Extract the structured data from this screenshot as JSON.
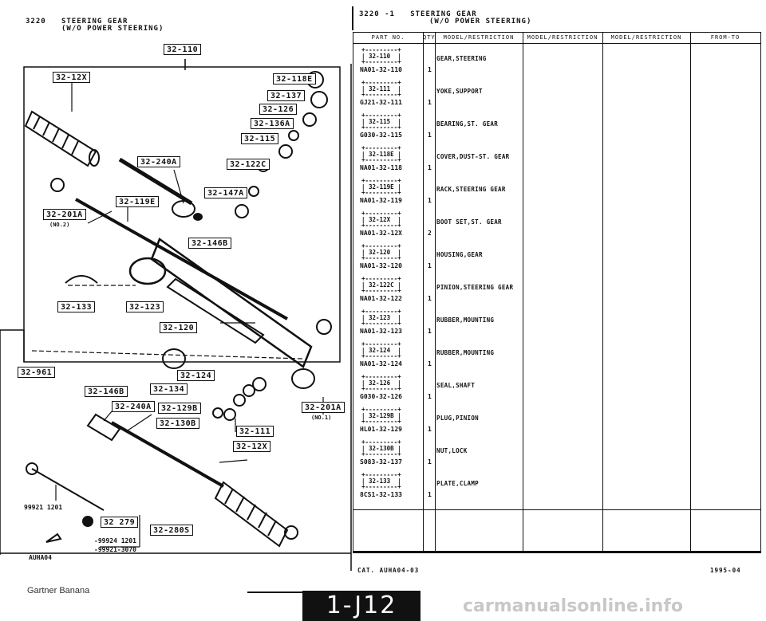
{
  "header": {
    "left_code": "3220",
    "left_title1": "STEERING GEAR",
    "left_title2": "(W/O POWER STEERING)",
    "right_code": "3220  -1",
    "right_title1": "STEERING GEAR",
    "right_title2": "(W/O POWER STEERING)"
  },
  "diagram": {
    "callouts": {
      "c110": "32-110",
      "c12x_left": "32-12X",
      "c118e": "32-118E",
      "c137": "32-137",
      "c126": "32-126",
      "c136a": "32-136A",
      "c115": "32-115",
      "c240a": "32-240A",
      "c122c": "32-122C",
      "c119e": "32-119E",
      "c147a": "32-147A",
      "c201a_left": "32-201A",
      "c146b_top": "32-146B",
      "c133": "32-133",
      "c123": "32-123",
      "c120": "32-120",
      "c961": "32-961",
      "c124": "32-124",
      "c134": "32-134",
      "c146b": "32-146B",
      "c240a_low": "32-240A",
      "c129b": "32-129B",
      "c130b": "32-130B",
      "c111": "32-111",
      "c201a_right": "32-201A",
      "c12x_right": "32-12X",
      "c279": "32 279",
      "c280s": "32-280S"
    },
    "notes": {
      "no2": "(NO.2)",
      "no1": "(NO.1)",
      "n99921": "99921  1201",
      "n99924": "-99924  1201",
      "n99921b": "-99921-3070"
    }
  },
  "table": {
    "headers": [
      "PART NO.",
      "QTY",
      "MODEL/RESTRICTION",
      "MODEL/RESTRICTION",
      "MODEL/RESTRICTION",
      "FROM-TO"
    ],
    "rows": [
      {
        "box": "+---------+\n| 32-110  |\n+---------+",
        "part_no": "NA01-32-110",
        "qty": "1",
        "desc": "GEAR,STEERING"
      },
      {
        "box": "+---------+\n| 32-111  |\n+---------+",
        "part_no": "GJ21-32-111",
        "qty": "1",
        "desc": "YOKE,SUPPORT"
      },
      {
        "box": "+---------+\n| 32-115  |\n+---------+",
        "part_no": "G030-32-115",
        "qty": "1",
        "desc": "BEARING,ST. GEAR"
      },
      {
        "box": "+---------+\n| 32-118E |\n+---------+",
        "part_no": "NA01-32-118",
        "qty": "1",
        "desc": "COVER,DUST-ST. GEAR"
      },
      {
        "box": "+---------+\n| 32-119E |\n+---------+",
        "part_no": "NA01-32-119",
        "qty": "1",
        "desc": "RACK,STEERING GEAR"
      },
      {
        "box": "+---------+\n| 32-12X  |\n+---------+",
        "part_no": "NA01-32-12X",
        "qty": "2",
        "desc": "BOOT SET,ST. GEAR"
      },
      {
        "box": "+---------+\n| 32-120  |\n+---------+",
        "part_no": "NA01-32-120",
        "qty": "1",
        "desc": "HOUSING,GEAR"
      },
      {
        "box": "+---------+\n| 32-122C |\n+---------+",
        "part_no": "NA01-32-122",
        "qty": "1",
        "desc": "PINION,STEERING GEAR"
      },
      {
        "box": "+---------+\n| 32-123  |\n+---------+",
        "part_no": "NA01-32-123",
        "qty": "1",
        "desc": "RUBBER,MOUNTING"
      },
      {
        "box": "+---------+\n| 32-124  |\n+---------+",
        "part_no": "NA01-32-124",
        "qty": "1",
        "desc": "RUBBER,MOUNTING"
      },
      {
        "box": "+---------+\n| 32-126  |\n+---------+",
        "part_no": "G030-32-126",
        "qty": "1",
        "desc": "SEAL,SHAFT"
      },
      {
        "box": "+---------+\n| 32-129B |\n+---------+",
        "part_no": "HL01-32-129",
        "qty": "1",
        "desc": "PLUG,PINION"
      },
      {
        "box": "+---------+\n| 32-130B |\n+---------+",
        "part_no": "S083-32-137",
        "qty": "1",
        "desc": "NUT,LOCK"
      },
      {
        "box": "+---------+\n| 32-133  |\n+---------+",
        "part_no": "8CS1-32-133",
        "qty": "1",
        "desc": "PLATE,CLAMP"
      }
    ]
  },
  "footer": {
    "illustration_code": "AUHA04",
    "catalog": "CAT.  AUHA04-03",
    "date": "1995-04",
    "brand": "Gartner Banana",
    "page_number": "1-J12",
    "watermark": "carmanualsonline.info"
  }
}
